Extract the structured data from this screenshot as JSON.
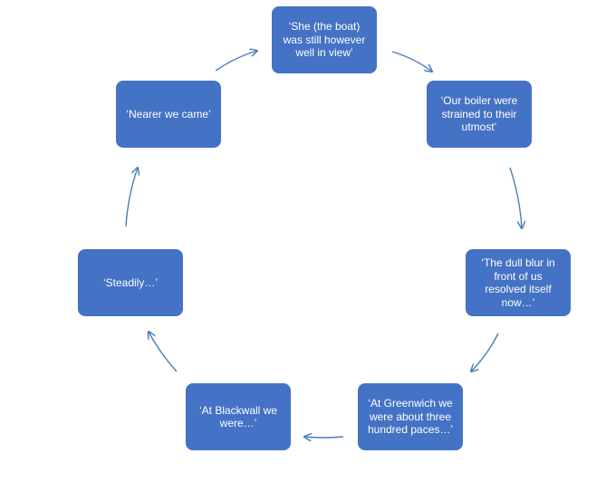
{
  "diagram": {
    "nodes": [
      {
        "id": "n1",
        "label": "‘She (the boat) was still however well in view’"
      },
      {
        "id": "n2",
        "label": "‘Our boiler were strained to their utmost’"
      },
      {
        "id": "n3",
        "label": "‘The dull blur in front of us resolved itself now…’"
      },
      {
        "id": "n4",
        "label": "‘At Greenwich we were about three hundred paces…’"
      },
      {
        "id": "n5",
        "label": "‘At Blackwall we were…’"
      },
      {
        "id": "n6",
        "label": "‘Steadily…’"
      },
      {
        "id": "n7",
        "label": "‘Nearer we came’"
      }
    ],
    "colors": {
      "node_fill": "#4472c4",
      "node_text": "#ffffff",
      "arrow": "#4a7ebb"
    }
  }
}
